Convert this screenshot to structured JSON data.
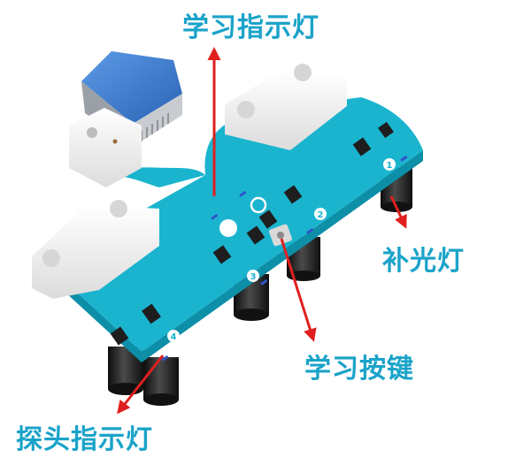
{
  "labels": {
    "learn_indicator": "学习指示灯",
    "fill_light": "补光灯",
    "learn_button": "学习按键",
    "probe_indicator": "探头指示灯"
  },
  "board_markings": [
    "1",
    "2",
    "3",
    "4"
  ],
  "colors": {
    "label_text": "#1aa3c9",
    "arrow": "#e0201f",
    "pcb": "#1ab4cf",
    "pcb_edge": "#0d8fa8",
    "connector_blue": "#3d7fd0",
    "mount_white": "#f2f2f2",
    "sensor_black": "#1e1e1e"
  }
}
